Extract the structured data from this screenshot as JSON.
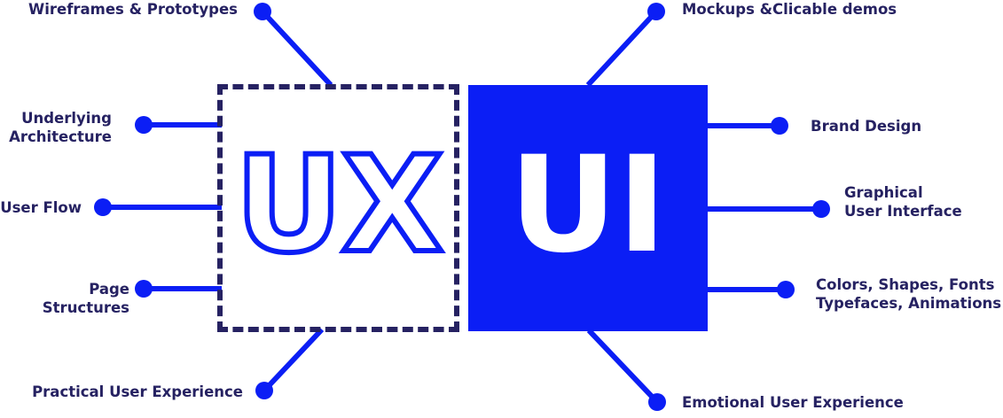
{
  "diagram": {
    "colors": {
      "accent_blue": "#0b1ef5",
      "label_navy": "#262262",
      "box_fill": "#0b1ef5",
      "box_text": "#ffffff",
      "background": "#ffffff"
    },
    "center": {
      "ux": {
        "text": "UX",
        "style": "dashed-outline-box"
      },
      "ui": {
        "text": "UI",
        "style": "solid-filled-box"
      }
    },
    "ux_nodes": [
      {
        "id": "wireframes-prototypes",
        "label": "Wireframes & Prototypes",
        "side": "top-left"
      },
      {
        "id": "underlying-architecture",
        "label": "Underlying\nArchitecture",
        "side": "left"
      },
      {
        "id": "user-flow",
        "label": "User Flow",
        "side": "left"
      },
      {
        "id": "page-structures",
        "label": "Page Structures",
        "side": "left"
      },
      {
        "id": "practical-user-experience",
        "label": "Practical User Experience",
        "side": "bottom-left"
      }
    ],
    "ui_nodes": [
      {
        "id": "mockups-clicable-demos",
        "label": "Mockups &Clicable demos",
        "side": "top-right"
      },
      {
        "id": "brand-design",
        "label": "Brand Design",
        "side": "right"
      },
      {
        "id": "graphical-user-interface",
        "label": "Graphical\nUser Interface",
        "side": "right"
      },
      {
        "id": "colors-shapes-fonts",
        "label": "Colors, Shapes, Fonts\nTypefaces, Animations",
        "side": "right"
      },
      {
        "id": "emotional-user-experience",
        "label": "Emotional User Experience",
        "side": "bottom-right"
      }
    ]
  }
}
